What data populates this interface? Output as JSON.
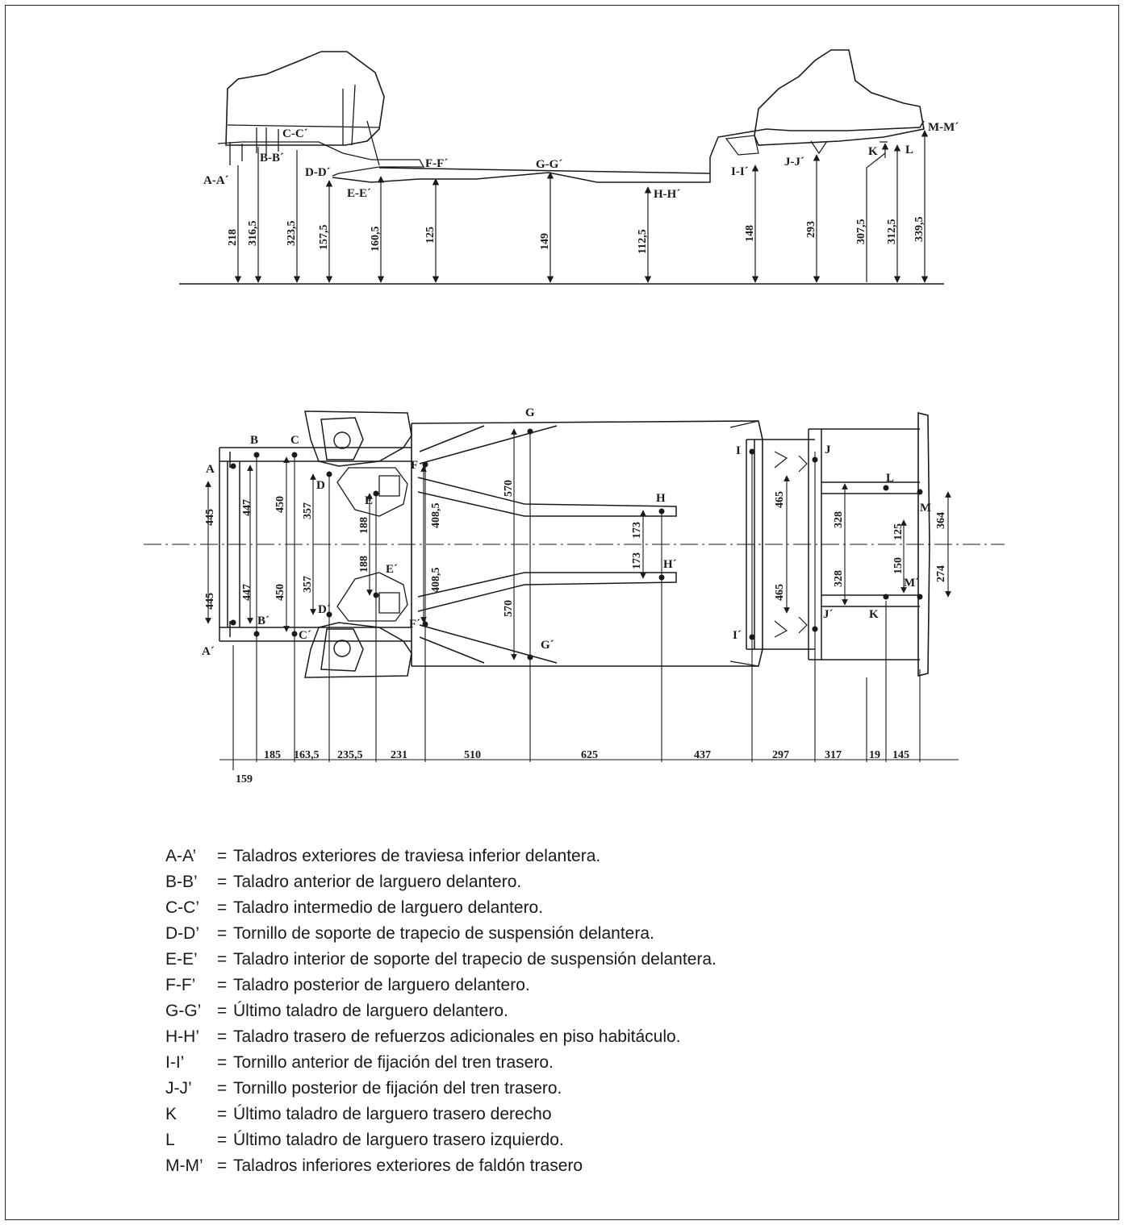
{
  "side_view": {
    "section_labels": [
      {
        "key": "aa",
        "text": "A-A´"
      },
      {
        "key": "bb",
        "text": "B-B´"
      },
      {
        "key": "cc",
        "text": "C-C´"
      },
      {
        "key": "dd",
        "text": "D-D´"
      },
      {
        "key": "ee",
        "text": "E-E´"
      },
      {
        "key": "ff",
        "text": "F-F´"
      },
      {
        "key": "gg",
        "text": "G-G´"
      },
      {
        "key": "hh",
        "text": "H-H´"
      },
      {
        "key": "ii",
        "text": "I-I´"
      },
      {
        "key": "jj",
        "text": "J-J´"
      },
      {
        "key": "k",
        "text": "K"
      },
      {
        "key": "l",
        "text": "L"
      },
      {
        "key": "mm",
        "text": "M-M´"
      }
    ],
    "heights": [
      "218",
      "316,5",
      "323,5",
      "157,5",
      "160,5",
      "125",
      "149",
      "112,5",
      "148",
      "293",
      "307,5",
      "312,5",
      "339,5"
    ]
  },
  "top_view": {
    "point_labels": [
      "A",
      "A´",
      "B",
      "B´",
      "C",
      "C´",
      "D",
      "D´",
      "E",
      "E´",
      "F",
      "F´",
      "G",
      "G´",
      "H",
      "H´",
      "I",
      "I´",
      "J",
      "J´",
      "K",
      "L",
      "M",
      "M´"
    ],
    "width_dims": [
      "445",
      "445",
      "447",
      "447",
      "450",
      "450",
      "357",
      "357",
      "188",
      "188",
      "408,5",
      "408,5",
      "570",
      "570",
      "173",
      "173",
      "465",
      "465",
      "328",
      "328",
      "150",
      "125",
      "364",
      "274"
    ],
    "length_dims": [
      "185",
      "163,5",
      "235,5",
      "231",
      "510",
      "625",
      "437",
      "297",
      "317",
      "19",
      "145",
      "159"
    ]
  },
  "legend": [
    {
      "code": "A-A’",
      "text": "Taladros exteriores de traviesa inferior delantera."
    },
    {
      "code": "B-B’",
      "text": "Taladro anterior de larguero delantero."
    },
    {
      "code": "C-C’",
      "text": "Taladro intermedio de larguero delantero."
    },
    {
      "code": "D-D’",
      "text": "Tornillo de soporte de trapecio de suspensión delantera."
    },
    {
      "code": "E-E’",
      "text": "Taladro interior de soporte del trapecio de suspensión delantera."
    },
    {
      "code": "F-F’",
      "text": "Taladro posterior de larguero delantero."
    },
    {
      "code": "G-G’",
      "text": "Último taladro de larguero delantero."
    },
    {
      "code": "H-H’",
      "text": "Taladro trasero de refuerzos adicionales en piso habitáculo."
    },
    {
      "code": "I-I’",
      "text": "Tornillo anterior de fijación del tren trasero."
    },
    {
      "code": "J-J’",
      "text": "Tornillo posterior de fijación del tren trasero."
    },
    {
      "code": "K",
      "text": "Último taladro de larguero trasero derecho"
    },
    {
      "code": "L",
      "text": "Último taladro de larguero trasero izquierdo."
    },
    {
      "code": "M-M’",
      "text": "Taladros inferiores exteriores de faldón trasero"
    }
  ],
  "colors": {
    "ink": "#1a1a1a",
    "paper": "#ffffff"
  }
}
